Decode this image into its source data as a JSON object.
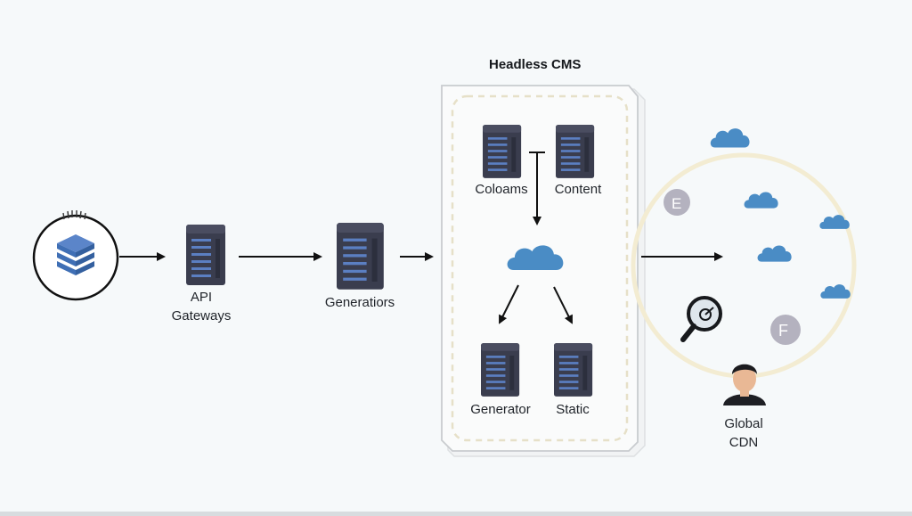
{
  "diagram": {
    "title": "Headless CMS",
    "nodes": {
      "source": {
        "icon": "database-stack-icon"
      },
      "api_gateways": {
        "label_line1": "API",
        "label_line2": "Gateways",
        "icon": "server-icon"
      },
      "generatiors": {
        "label": "Generatiors",
        "icon": "server-icon"
      },
      "coloams": {
        "label": "Coloams",
        "icon": "server-icon"
      },
      "content": {
        "label": "Content",
        "icon": "server-icon"
      },
      "cms_cloud": {
        "icon": "cloud-icon"
      },
      "generator": {
        "label": "Generator",
        "icon": "server-icon"
      },
      "static": {
        "label": "Static",
        "icon": "server-icon"
      },
      "global_cdn": {
        "label_line1": "Global",
        "label_line2": "CDN",
        "icon": "user-icon"
      }
    },
    "cdn_badges": [
      "E",
      "F"
    ],
    "colors": {
      "server_body": "#3a3d4e",
      "server_slots": "#5b7fc2",
      "cloud": "#4a8cc5",
      "stack": "#3f6fb5",
      "arrow": "#111111",
      "cms_border": "#c9cccf",
      "cms_dash": "#e6e0c8",
      "cdn_ring": "#f3ecd2",
      "badge": "#b4b2bf"
    }
  }
}
